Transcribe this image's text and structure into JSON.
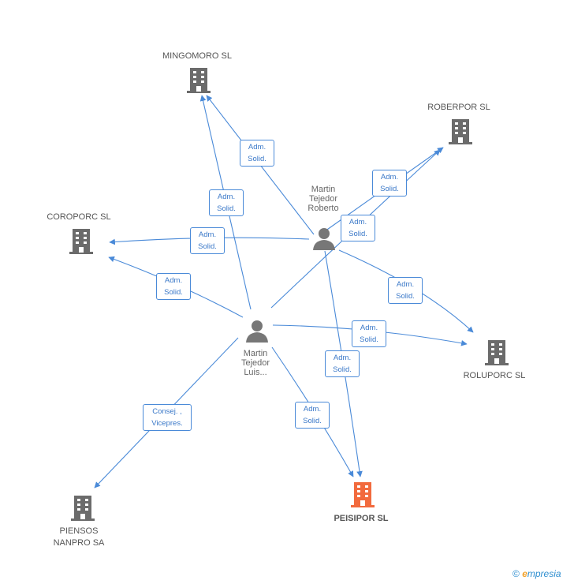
{
  "companies": {
    "mingomoro": "MINGOMORO SL",
    "roberpor": "ROBERPOR SL",
    "coroporc": "COROPORC SL",
    "roluporc": "ROLUPORC SL",
    "peisipor": "PEISIPOR SL",
    "piensos_line1": "PIENSOS",
    "piensos_line2": "NANPRO SA"
  },
  "persons": {
    "roberto": "Martin\nTejedor\nRoberto",
    "luis": "Martin\nTejedor\nLuis..."
  },
  "roles": {
    "adm_line1": "Adm.",
    "adm_line2": "Solid.",
    "consej_line1": "Consej. ,",
    "consej_line2": "Vicepres."
  },
  "footer": {
    "copyright": "©",
    "brand_e": "e",
    "brand_rest": "mpresia"
  },
  "colors": {
    "edge": "#4a8ad8",
    "company_icon": "#6b6b6b",
    "focus_icon": "#f26a3d",
    "person_icon": "#777777"
  }
}
